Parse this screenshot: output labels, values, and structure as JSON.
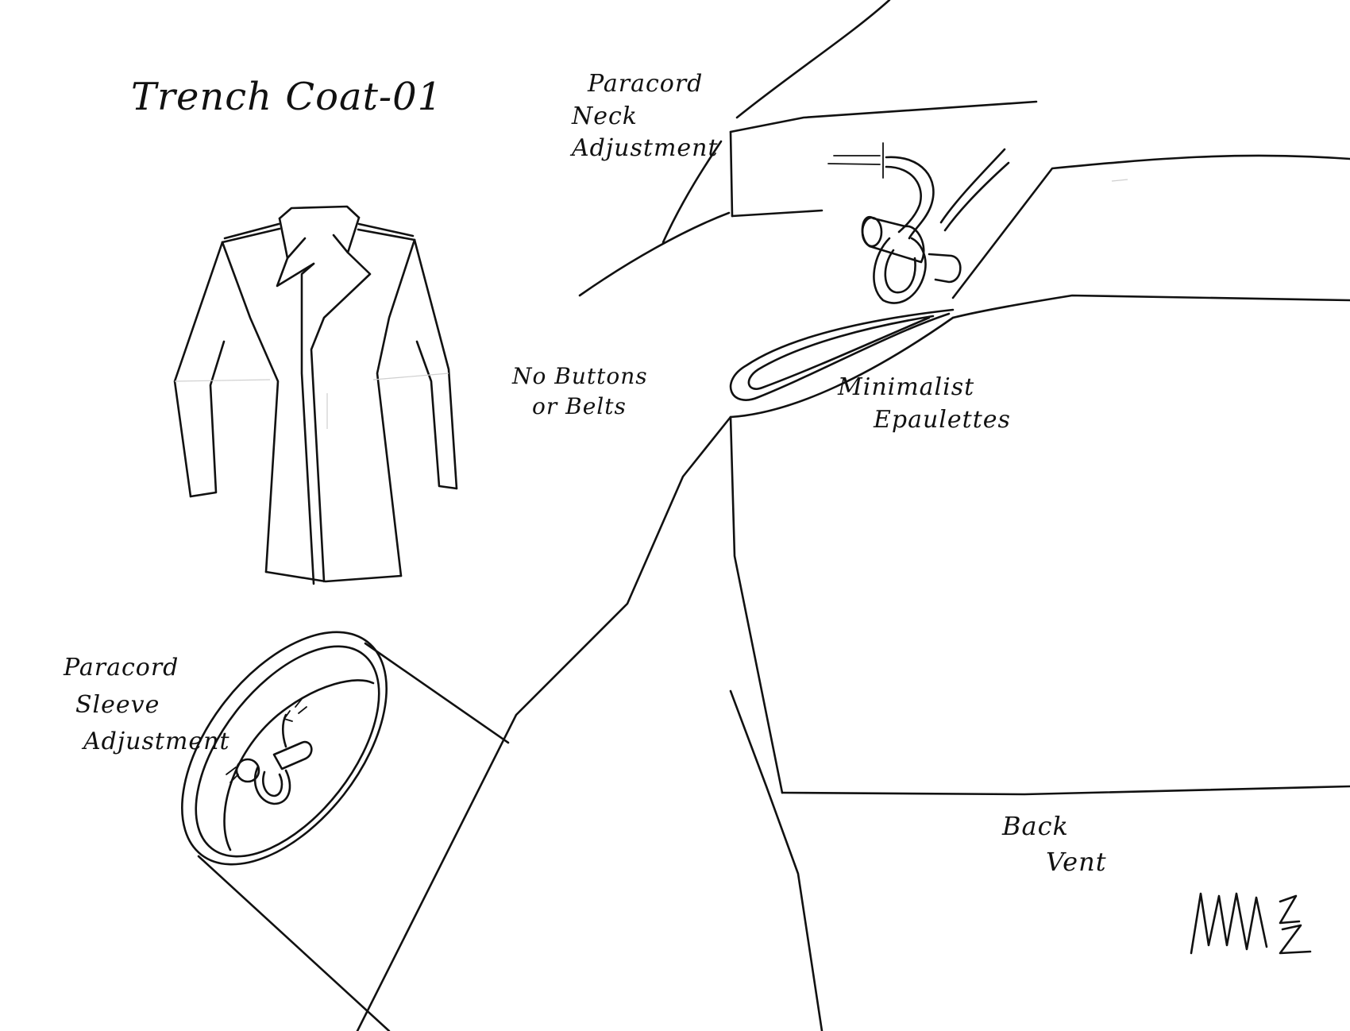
{
  "sketch": {
    "title": "Trench Coat-01",
    "labels": {
      "neck": [
        "Paracord",
        "Neck",
        "Adjustment"
      ],
      "buttons": [
        "No Buttons",
        "or Belts"
      ],
      "epaulettes": [
        "Minimalist",
        "Epaulettes"
      ],
      "sleeve": [
        "Paracord",
        "Sleeve",
        "Adjustment"
      ],
      "vent": [
        "Back",
        "Vent"
      ]
    },
    "signature": "MM 22",
    "ink_color": "#111111",
    "paper_color": "#ffffff"
  }
}
